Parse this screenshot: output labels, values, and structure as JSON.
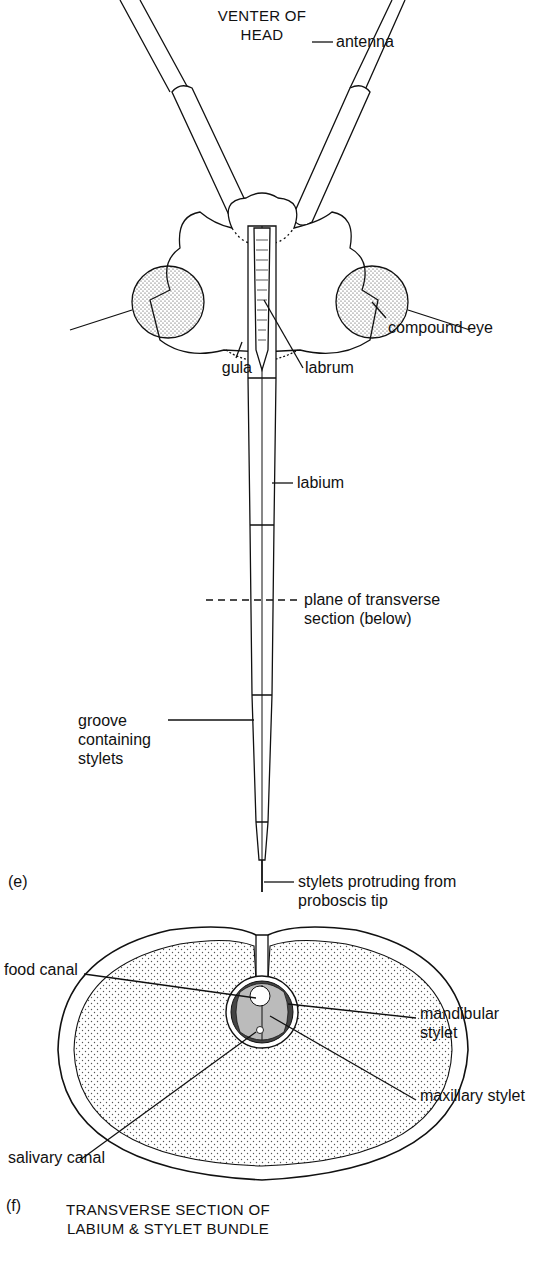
{
  "diagram": {
    "labels": [
      "VENTER OF HEAD",
      "antenna",
      "compound eye",
      "gula",
      "labrum",
      "labium",
      "plane of transverse section (below)",
      "groove containing stylets",
      "stylets protruding from proboscis tip",
      "(e)",
      "food canal",
      "mandibular stylet",
      "maxillary stylet",
      "salivary canal",
      "(f)",
      "TRANSVERSE SECTION OF LABIUM & STYLET BUNDLE"
    ]
  }
}
